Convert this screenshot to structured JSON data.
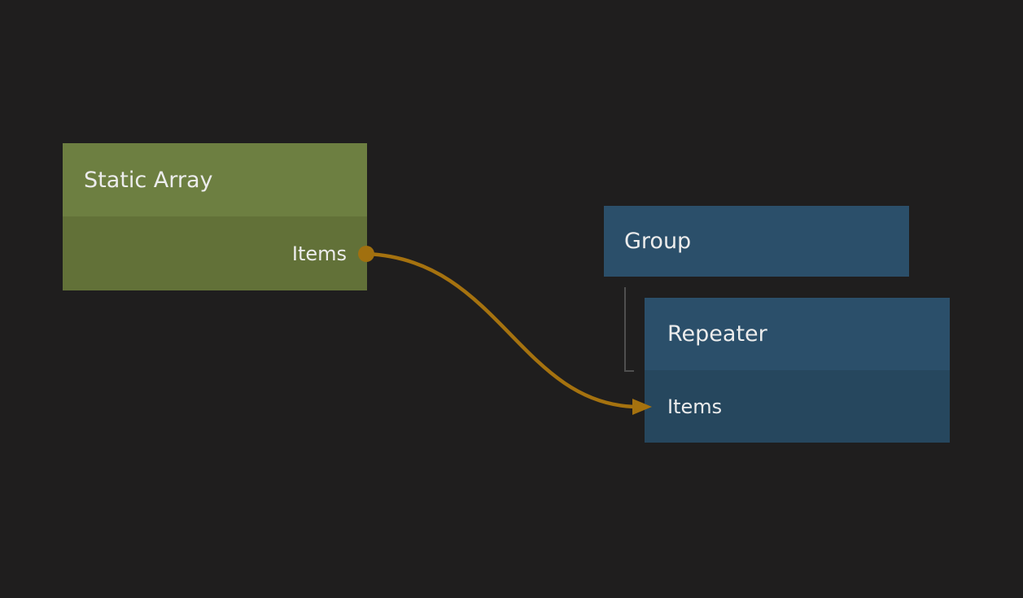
{
  "canvas": {
    "background_color": "#1f1e1e",
    "text_color": "#ececec"
  },
  "nodes": [
    {
      "id": "static-array",
      "title": "Static Array",
      "header_color": "#6d7f41",
      "body_color": "#627138",
      "outputs": [
        {
          "name": "Items"
        }
      ]
    },
    {
      "id": "group",
      "title": "Group",
      "header_color": "#2b4f6a"
    },
    {
      "id": "repeater",
      "title": "Repeater",
      "header_color": "#2b4f6a",
      "body_color": "#26475e",
      "inputs": [
        {
          "name": "Items"
        }
      ]
    }
  ],
  "edges": [
    {
      "from_node": "static-array",
      "from_port": "Items",
      "to_node": "repeater",
      "to_port": "Items",
      "color": "#a5720f"
    }
  ],
  "hierarchy_links": [
    {
      "parent": "group",
      "child": "repeater",
      "line_color": "#4f4f4f"
    }
  ]
}
